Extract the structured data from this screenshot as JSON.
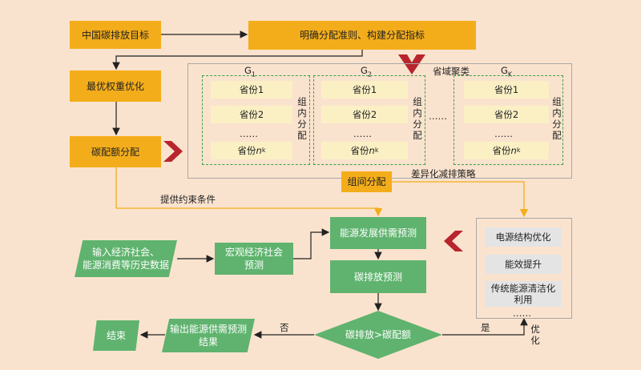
{
  "boxes": {
    "target": "中国碳排放目标",
    "principle": "明确分配准则、构建分配指标",
    "optimize": "最优权重优化",
    "quota": "碳配额分配",
    "cluster_label": "省域聚类",
    "group_between": "组间分配",
    "strategy_label": "差异化减排策略",
    "constraint_label": "提供约束条件",
    "energy_forecast": "能源发展供需预测",
    "carbon_forecast": "碳排放预测",
    "macro_forecast": "宏观经济社会\n预测",
    "input_data": "输入经济社会、\n能源消费等历史数据",
    "decision": "碳排放>碳配额",
    "output": "输出能源供需预测\n结果",
    "end": "结束",
    "yes": "是",
    "no": "否",
    "optimize_label": "优\n化"
  },
  "groups": [
    {
      "name": "G",
      "sub": "1",
      "label": "组内分配",
      "items": [
        {
          "t": "省份",
          "s": "1"
        },
        {
          "t": "省份",
          "s": "2"
        },
        {
          "t": "……",
          "s": ""
        },
        {
          "t": "省份",
          "s": "n",
          "ss": "k"
        }
      ]
    },
    {
      "name": "G",
      "sub": "2",
      "label": "组内分配",
      "items": [
        {
          "t": "省份",
          "s": "1"
        },
        {
          "t": "省份",
          "s": "2"
        },
        {
          "t": "……",
          "s": ""
        },
        {
          "t": "省份",
          "s": "n",
          "ss": "k"
        }
      ]
    },
    {
      "name": "G",
      "sub": "K",
      "label": "组内分配",
      "items": [
        {
          "t": "省份",
          "s": "1"
        },
        {
          "t": "省份",
          "s": "2"
        },
        {
          "t": "……",
          "s": ""
        },
        {
          "t": "省份",
          "s": "n",
          "ss": "k"
        }
      ]
    }
  ],
  "group_ellipsis": "……",
  "strategies": [
    "电源结构优化",
    "能效提升",
    "传统能源清洁化\n利用",
    "……"
  ],
  "colors": {
    "background": "#fae3ce",
    "orange": "#f4ad1a",
    "green": "#5fb36e",
    "arrow_red": "#b8252c",
    "line_orange": "#f4ad1a",
    "line_dark": "#222222"
  }
}
